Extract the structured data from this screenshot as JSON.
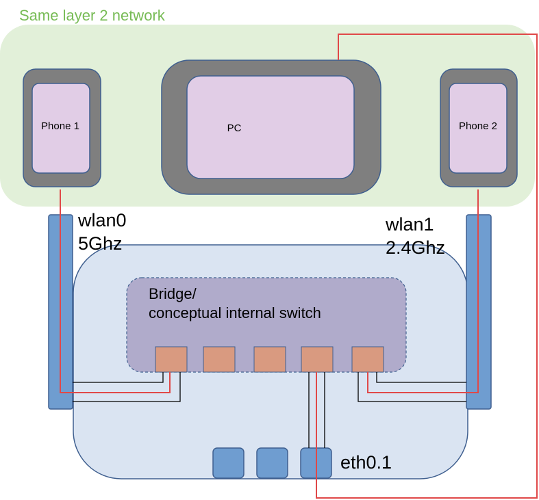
{
  "network": {
    "title": "Same layer 2 network",
    "title_color": "#77bb55",
    "area_color": "#e2f0d9"
  },
  "devices": {
    "phone1": "Phone 1",
    "pc": "PC",
    "phone2": "Phone 2"
  },
  "router": {
    "wlan0_name": "wlan0",
    "wlan0_band": "5Ghz",
    "wlan1_name": "wlan1",
    "wlan1_band": "2.4Ghz",
    "bridge_line1": "Bridge/",
    "bridge_line2": "conceptual internal switch",
    "eth_label": "eth0.1"
  },
  "colors": {
    "device_frame": "#7f7f7f",
    "device_screen": "#e1cde6",
    "router_body": "#dae4f2",
    "antenna": "#6f9dd0",
    "bridge": "#b0abcb",
    "port": "#d99a80",
    "link": "#e04848"
  }
}
